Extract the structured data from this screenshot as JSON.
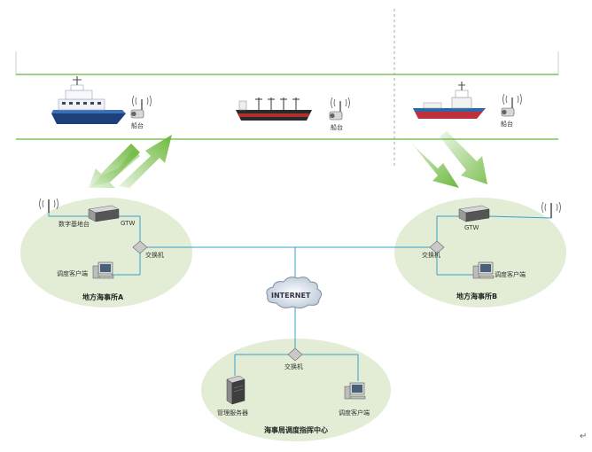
{
  "diagram": {
    "ships": [
      {
        "label": "船台",
        "icon": "patrol-boat-icon"
      },
      {
        "label": "船台",
        "icon": "cargo-ship-icon"
      },
      {
        "label": "船台",
        "icon": "tug-boat-icon"
      }
    ],
    "station_a": {
      "title": "地方海事所A",
      "radio_label": "数字基地台",
      "gateway_label": "GTW",
      "switch_label": "交换机",
      "client_label": "调度客户端"
    },
    "station_b": {
      "title": "地方海事所B",
      "gateway_label": "GTW",
      "switch_label": "交换机",
      "client_label": "调度客户端"
    },
    "internet_label": "INTERNET",
    "center": {
      "title": "海事局调度指挥中心",
      "switch_label": "交换机",
      "server_label": "管理服务器",
      "client_label": "调度客户端"
    },
    "return_mark": "↵"
  },
  "colors": {
    "sea_line": "#7fc25a",
    "arrow_green": "#6cb83c",
    "ellipse_fill": "#e3edd6",
    "network_line": "#3aa0c8"
  }
}
